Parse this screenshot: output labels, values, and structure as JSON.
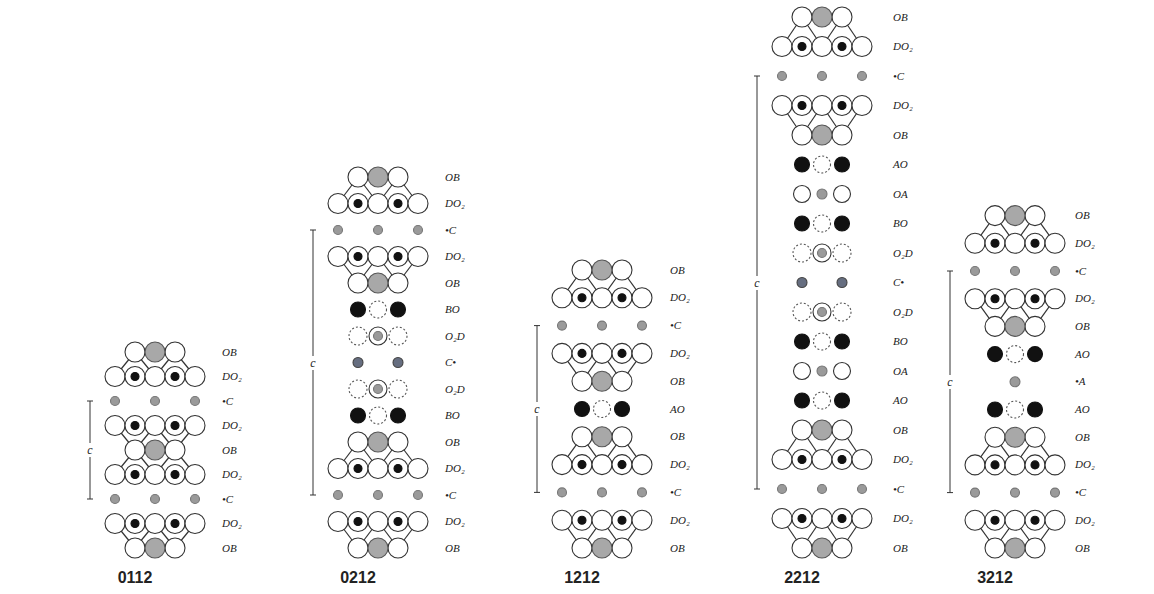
{
  "diagram": {
    "labels": [
      "OB",
      "DO₂",
      "•C",
      "DO₂",
      "OB",
      "DO₂",
      "•C",
      "DO₂",
      "OB",
      "c",
      "0112",
      "OB",
      "DO₂",
      "•C",
      "DO₂",
      "OB",
      "BO",
      "O₂D",
      "C•",
      "O₂D",
      "BO",
      "OB",
      "DO₂",
      "•C",
      "DO₂",
      "OB",
      "c",
      "0212",
      "OB",
      "DO₂",
      "•C",
      "DO₂",
      "OB",
      "AO",
      "OB",
      "DO₂",
      "•C",
      "DO₂",
      "OB",
      "c",
      "1212",
      "OB",
      "DO₂",
      "•C",
      "DO₂",
      "OB",
      "AO",
      "OA",
      "BO",
      "O₂D",
      "C•",
      "O₂D",
      "BO",
      "OA",
      "AO",
      "OB",
      "DO₂",
      "•C",
      "DO₂",
      "OB",
      "c",
      "2212",
      "OB",
      "DO₂",
      "•C",
      "DO₂",
      "OB",
      "AO",
      "•A",
      "AO",
      "OB",
      "DO₂",
      "•C",
      "DO₂",
      "OB",
      "c",
      "3212"
    ]
  }
}
